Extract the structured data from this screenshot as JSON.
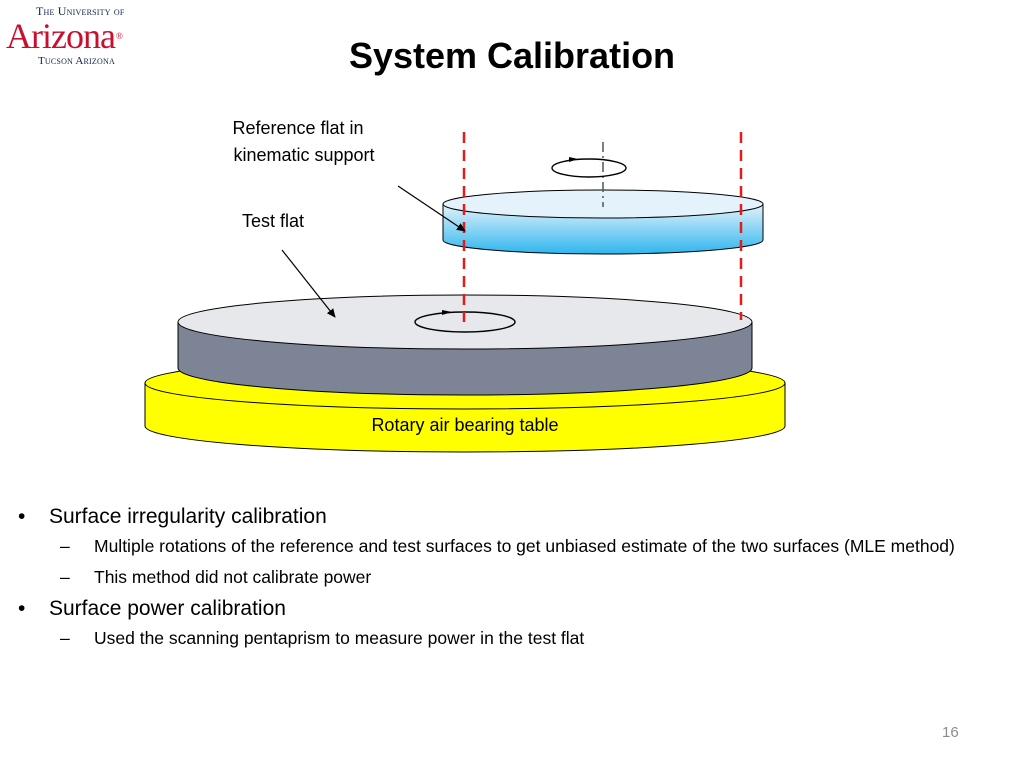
{
  "logo": {
    "top_line": "The University of",
    "main": "Arizona",
    "mark": "®",
    "bottom_line": "Tucson Arizona"
  },
  "title": "System Calibration",
  "diagram": {
    "label_reference_line1": "Reference flat in",
    "label_reference_line2": "kinematic support",
    "label_test_flat": "Test flat",
    "label_table": "Rotary air bearing table",
    "colors": {
      "table": "#ffff00",
      "test_flat": "#7d8496",
      "reference_flat_top": "#e4f3fb",
      "reference_flat_bottom": "#2fb6ee",
      "alignment_lines": "#e41b1b"
    }
  },
  "bullets": [
    {
      "mark": "•",
      "text": "Surface irregularity calibration",
      "sub": [
        {
          "mark": "–",
          "text": "Multiple rotations of the reference and test surfaces to get unbiased estimate of the two surfaces (MLE method)"
        },
        {
          "mark": "–",
          "text": "This method did not calibrate power"
        }
      ]
    },
    {
      "mark": "•",
      "text": "Surface power calibration",
      "sub": [
        {
          "mark": "–",
          "text": "Used the scanning pentaprism to measure power in the test flat"
        }
      ]
    }
  ],
  "page_number": "16"
}
